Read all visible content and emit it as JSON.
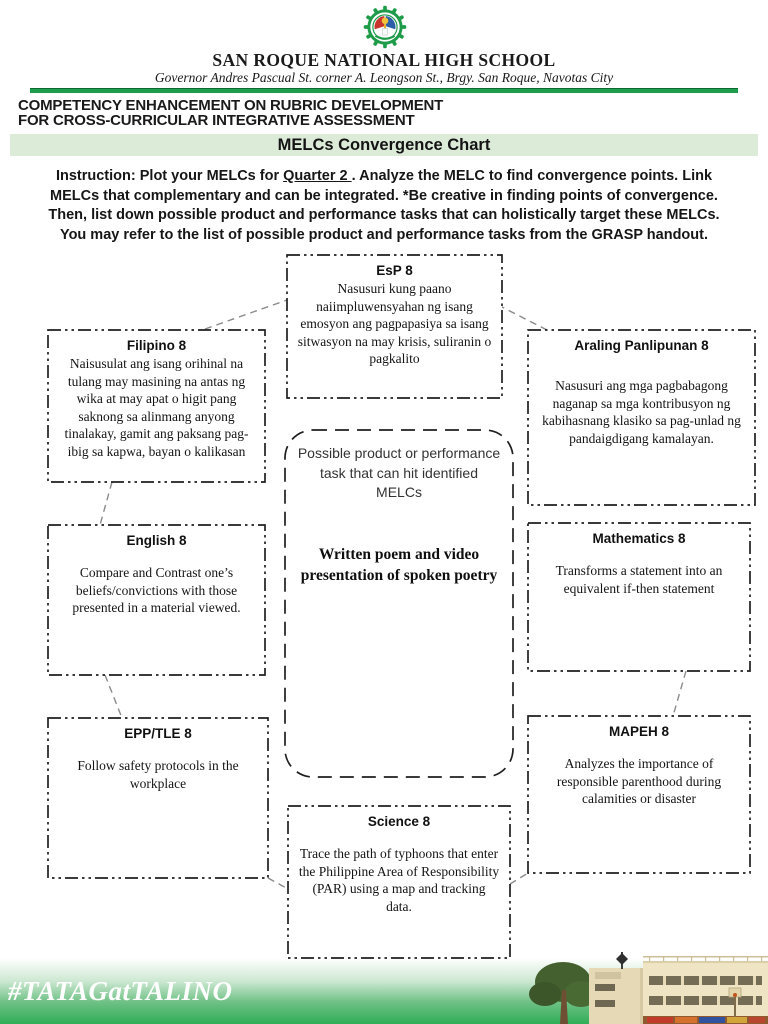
{
  "theme": {
    "accent_green": "#1e9e4c",
    "banner_bg": "#dcead8",
    "footer_green": "#2fae57"
  },
  "header": {
    "school_name": "SAN ROQUE NATIONAL HIGH SCHOOL",
    "address": "Governor Andres Pascual St. corner A. Leongson St., Brgy. San Roque, Navotas City",
    "program_line1": "COMPETENCY ENHANCEMENT ON RUBRIC DEVELOPMENT",
    "program_line2": "FOR CROSS-CURRICULAR INTEGRATIVE ASSESSMENT",
    "banner_title": "MELCs Convergence Chart",
    "logo_name": "san-roque-nhs-seal"
  },
  "instruction": {
    "prefix": "Instruction: Plot your MELCs for ",
    "quarter": "Quarter 2 ",
    "suffix": ". Analyze the MELC to find convergence points. Link MELCs that complementary and can be integrated. *Be creative in finding points of convergence. Then, list down possible product and performance tasks that can holistically target these MELCs. You may refer to the list of possible product and performance tasks from the GRASP handout."
  },
  "diagram": {
    "center": {
      "label": "Possible product or performance task that can hit identified MELCs",
      "task": "Written poem and video presentation of spoken poetry"
    },
    "boxes": [
      {
        "title": "EsP 8",
        "body": "Nasusuri kung paano naiimpluwensyahan ng isang emosyon ang pagpapasiya sa isang sitwasyon na may krisis, suliranin o pagkalito"
      },
      {
        "title": "Filipino 8",
        "body": "Naisusulat ang isang orihinal na tulang may masining na antas ng wika at may apat o higit pang saknong sa alinmang anyong tinalakay, gamit ang paksang pag-ibig sa kapwa, bayan o kalikasan"
      },
      {
        "title": "Araling Panlipunan 8",
        "body": "Nasusuri ang mga pagbabagong naganap sa mga kontribusyon ng kabihasnang klasiko sa pag-unlad ng pandaigdigang kamalayan."
      },
      {
        "title": "English 8",
        "body": "Compare and Contrast one’s beliefs/convictions with those presented in a material viewed."
      },
      {
        "title": "Mathematics 8",
        "body": "Transforms a statement into an equivalent if-then statement"
      },
      {
        "title": "EPP/TLE 8",
        "body": "Follow safety protocols in the workplace"
      },
      {
        "title": "MAPEH 8",
        "body": "Analyzes the importance of responsible parenthood during calamities or disaster"
      },
      {
        "title": "Science 8",
        "body": "Trace the path of typhoons that enter the Philippine Area of Responsibility (PAR) using a map and tracking data."
      }
    ]
  },
  "footer": {
    "hashtag": "#TATAGatTALINO"
  }
}
